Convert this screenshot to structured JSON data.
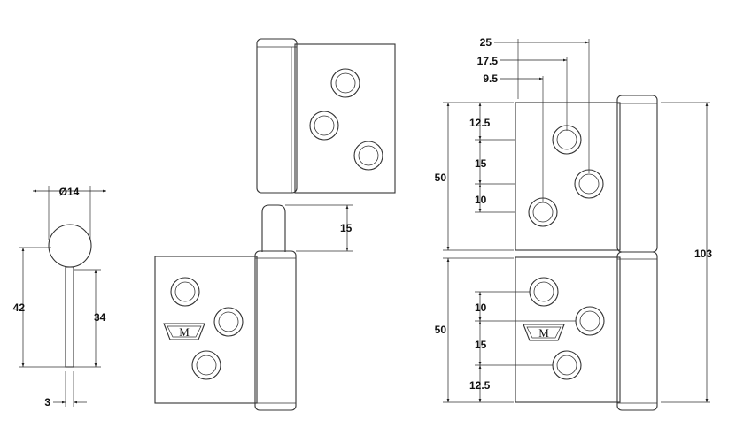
{
  "pin_view": {
    "diameter": "Ø14",
    "total_height": "42",
    "shaft_height": "34",
    "shaft_width": "3"
  },
  "pin_extension": "15",
  "hole_offsets": {
    "far": "25",
    "mid": "17.5",
    "near": "9.5"
  },
  "upper_leaf": {
    "height": "50",
    "spacing_top": "12.5",
    "spacing_mid": "15",
    "spacing_bottom": "10"
  },
  "lower_leaf": {
    "height": "50",
    "spacing_top": "10",
    "spacing_mid": "15",
    "spacing_bottom": "12.5"
  },
  "overall_height": "103",
  "marker_letter": "M"
}
